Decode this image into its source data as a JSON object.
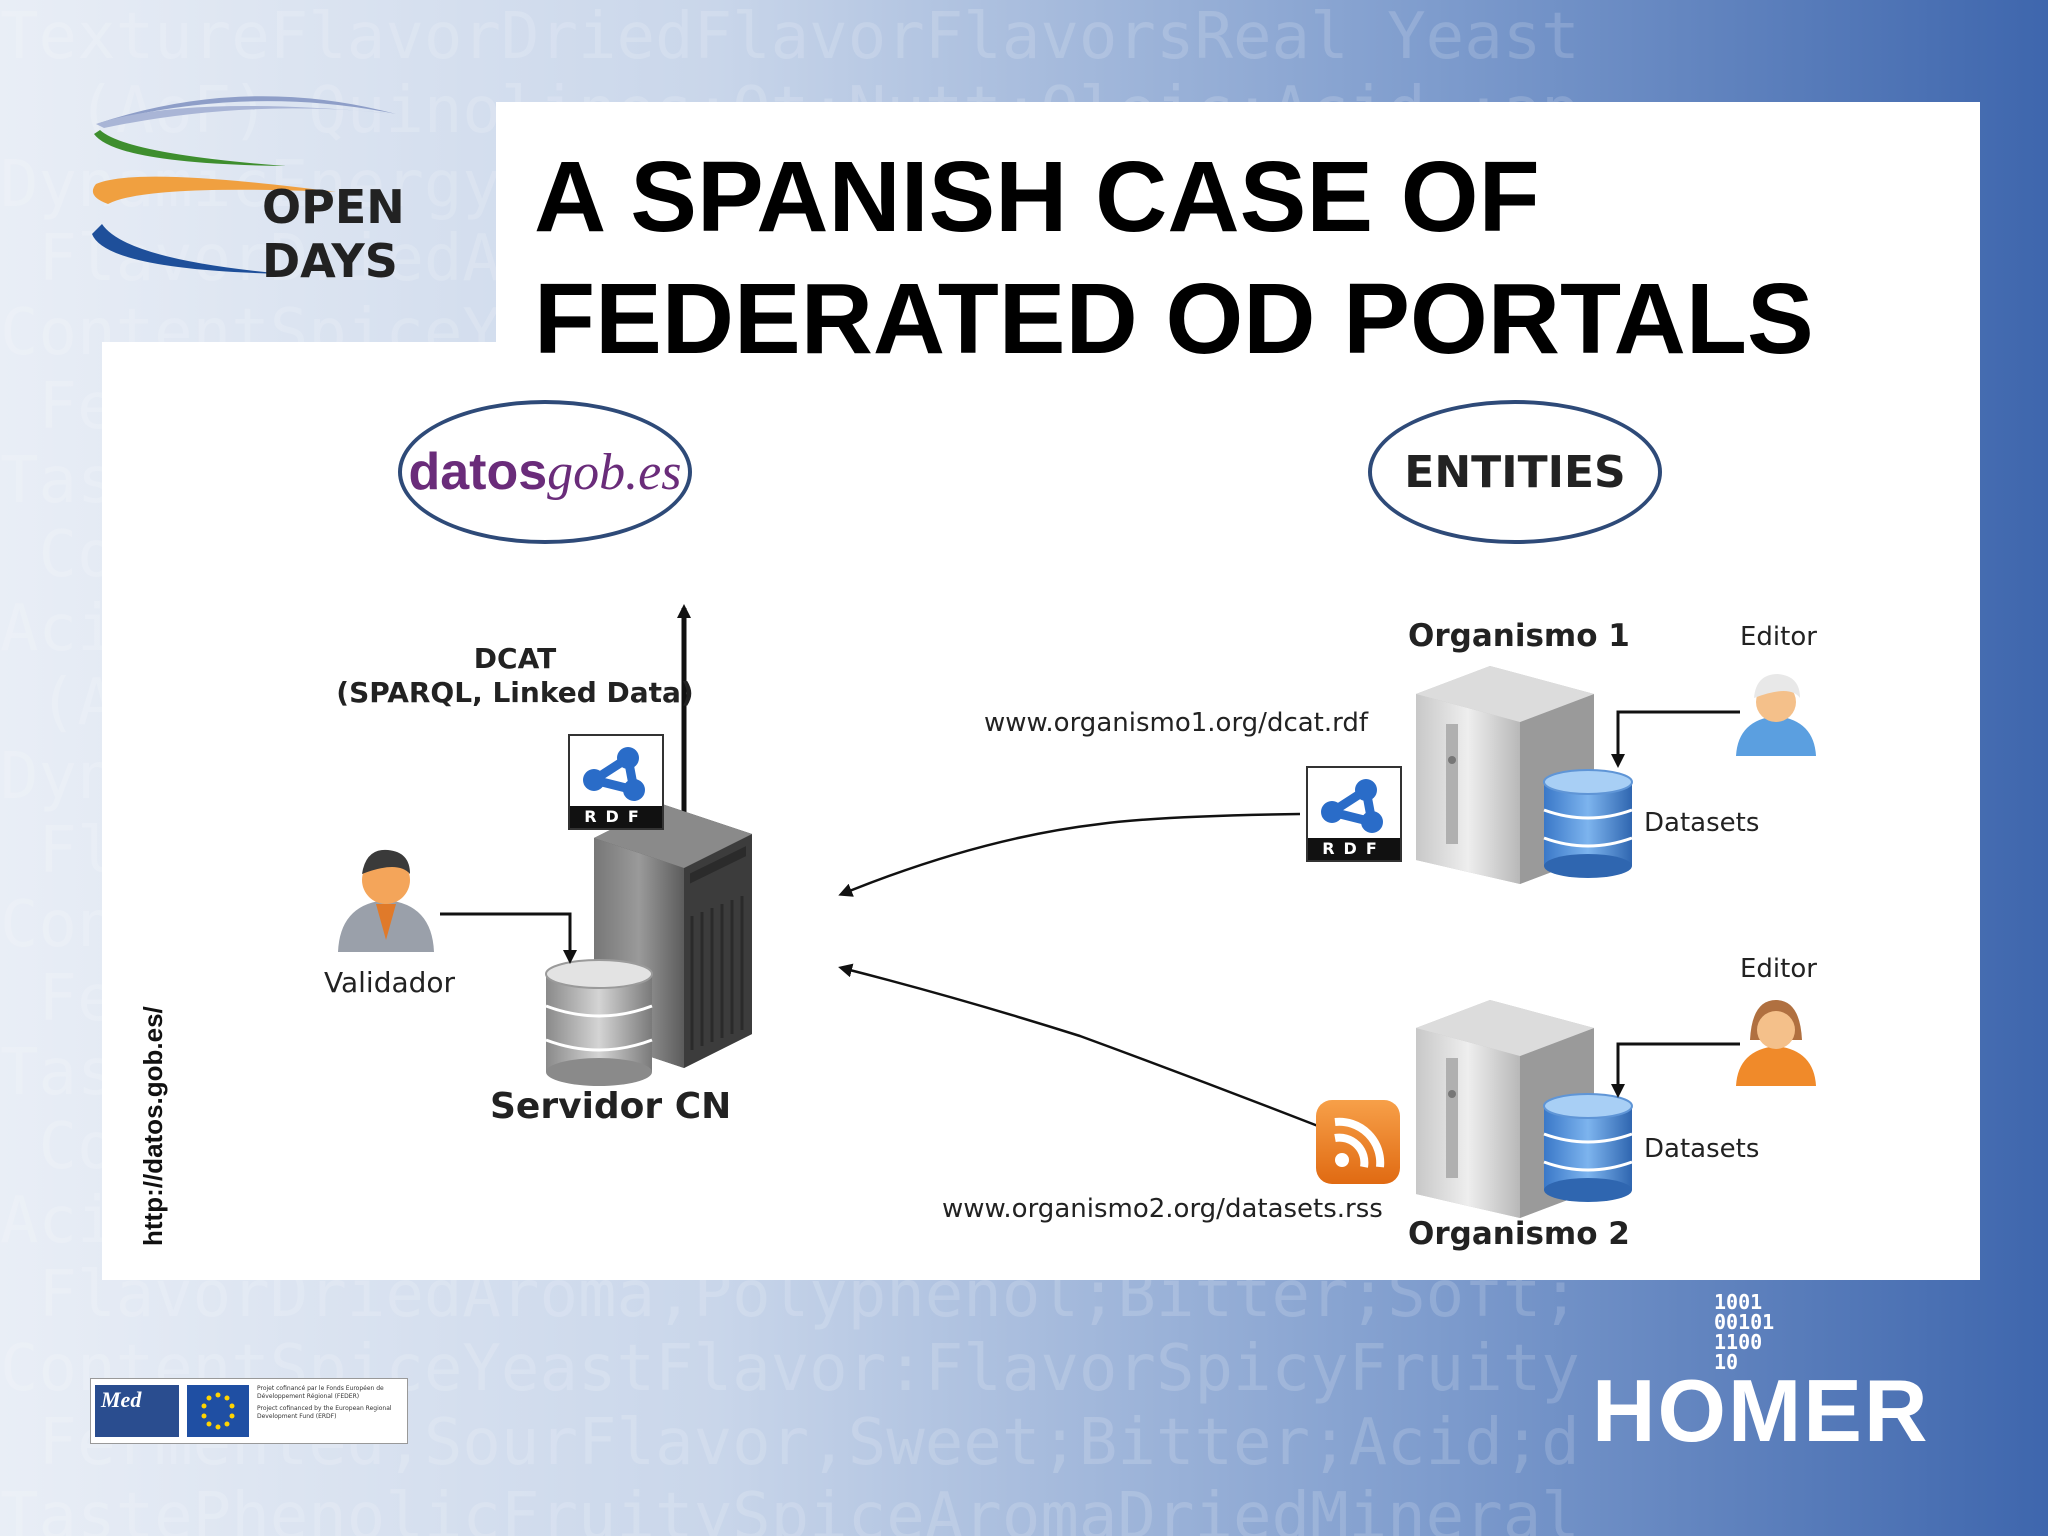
{
  "slide": {
    "title_line1": "A SPANISH CASE OF",
    "title_line2": "FEDERATED OD PORTALS",
    "side_url": "http://datos.gob.es/"
  },
  "open_days_logo": {
    "line1": "OPEN",
    "line2": "DAYS",
    "colors": [
      "#8e9ec8",
      "#3e8e2e",
      "#f0a040",
      "#1e4f9a"
    ]
  },
  "diagram": {
    "datos_oval": {
      "part1": "datos",
      "part2": "gob.es"
    },
    "entities_oval": "ENTITIES",
    "dcat_line1": "DCAT",
    "dcat_line2": "(SPARQL, Linked Data)",
    "rdf_label": "RDF",
    "validador": "Validador",
    "servidor": "Servidor CN",
    "organismo1": "Organismo 1",
    "organismo2": "Organismo 2",
    "editor1": "Editor",
    "editor2": "Editor",
    "datasets1": "Datasets",
    "datasets2": "Datasets",
    "url1": "www.organismo1.org/dcat.rdf",
    "url2": "www.organismo2.org/datasets.rss"
  },
  "footer": {
    "homer": "HOMER",
    "homer_bits": [
      "1001",
      "00101",
      "1100",
      "10"
    ],
    "med_logo": "Med",
    "eu_text_1": "Projet cofinancé par le Fonds Européen de Développement Régional (FEDER)",
    "eu_text_2": "Project cofinanced by the European Regional Development Fund (ERDF)"
  }
}
